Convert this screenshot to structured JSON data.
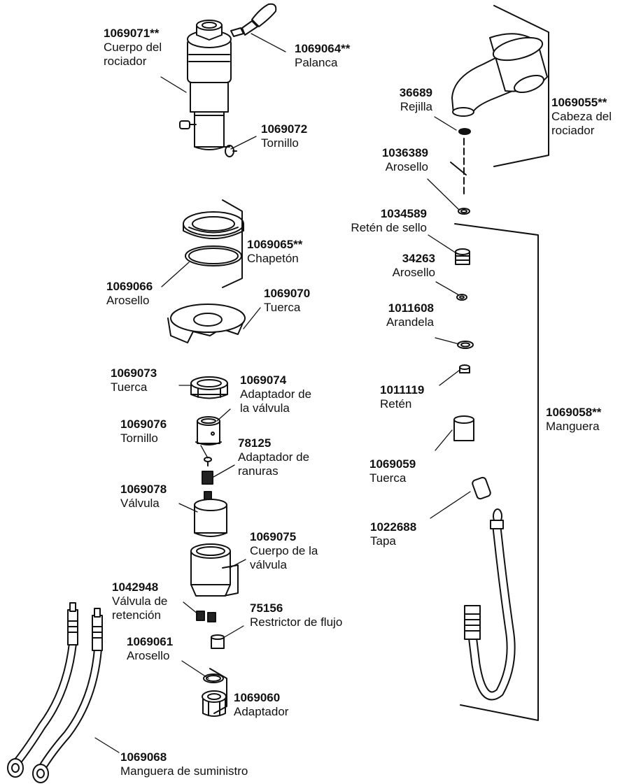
{
  "parts": [
    {
      "part_number": "1069071**",
      "name_lines": [
        "Cuerpo del",
        "rociador"
      ]
    },
    {
      "part_number": "1069064**",
      "name_lines": [
        "Palanca"
      ]
    },
    {
      "part_number": "1069072",
      "name_lines": [
        "Tornillo"
      ]
    },
    {
      "part_number": "1069065**",
      "name_lines": [
        "Chapetón"
      ]
    },
    {
      "part_number": "1069066",
      "name_lines": [
        "Arosello"
      ]
    },
    {
      "part_number": "1069070",
      "name_lines": [
        "Tuerca"
      ]
    },
    {
      "part_number": "1069073",
      "name_lines": [
        "Tuerca"
      ]
    },
    {
      "part_number": "1069074",
      "name_lines": [
        "Adaptador de",
        "la válvula"
      ]
    },
    {
      "part_number": "1069076",
      "name_lines": [
        "Tornillo"
      ]
    },
    {
      "part_number": "78125",
      "name_lines": [
        "Adaptador de",
        "ranuras"
      ]
    },
    {
      "part_number": "1069078",
      "name_lines": [
        "Válvula"
      ]
    },
    {
      "part_number": "1069075",
      "name_lines": [
        "Cuerpo de la",
        "válvula"
      ]
    },
    {
      "part_number": "1042948",
      "name_lines": [
        "Válvula de",
        "retención"
      ]
    },
    {
      "part_number": "75156",
      "name_lines": [
        "Restrictor de flujo"
      ]
    },
    {
      "part_number": "1069061",
      "name_lines": [
        "Arosello"
      ]
    },
    {
      "part_number": "1069060",
      "name_lines": [
        "Adaptador"
      ]
    },
    {
      "part_number": "1069068",
      "name_lines": [
        "Manguera de suministro"
      ]
    },
    {
      "part_number": "36689",
      "name_lines": [
        "Rejilla"
      ]
    },
    {
      "part_number": "1069055**",
      "name_lines": [
        "Cabeza del",
        "rociador"
      ]
    },
    {
      "part_number": "1036389",
      "name_lines": [
        "Arosello"
      ]
    },
    {
      "part_number": "1034589",
      "name_lines": [
        "Retén de sello"
      ]
    },
    {
      "part_number": "34263",
      "name_lines": [
        "Arosello"
      ]
    },
    {
      "part_number": "1011608",
      "name_lines": [
        "Arandela"
      ]
    },
    {
      "part_number": "1011119",
      "name_lines": [
        "Retén"
      ]
    },
    {
      "part_number": "1069059",
      "name_lines": [
        "Tuerca"
      ]
    },
    {
      "part_number": "1022688",
      "name_lines": [
        "Tapa"
      ]
    },
    {
      "part_number": "1069058**",
      "name_lines": [
        "Manguera"
      ]
    }
  ]
}
